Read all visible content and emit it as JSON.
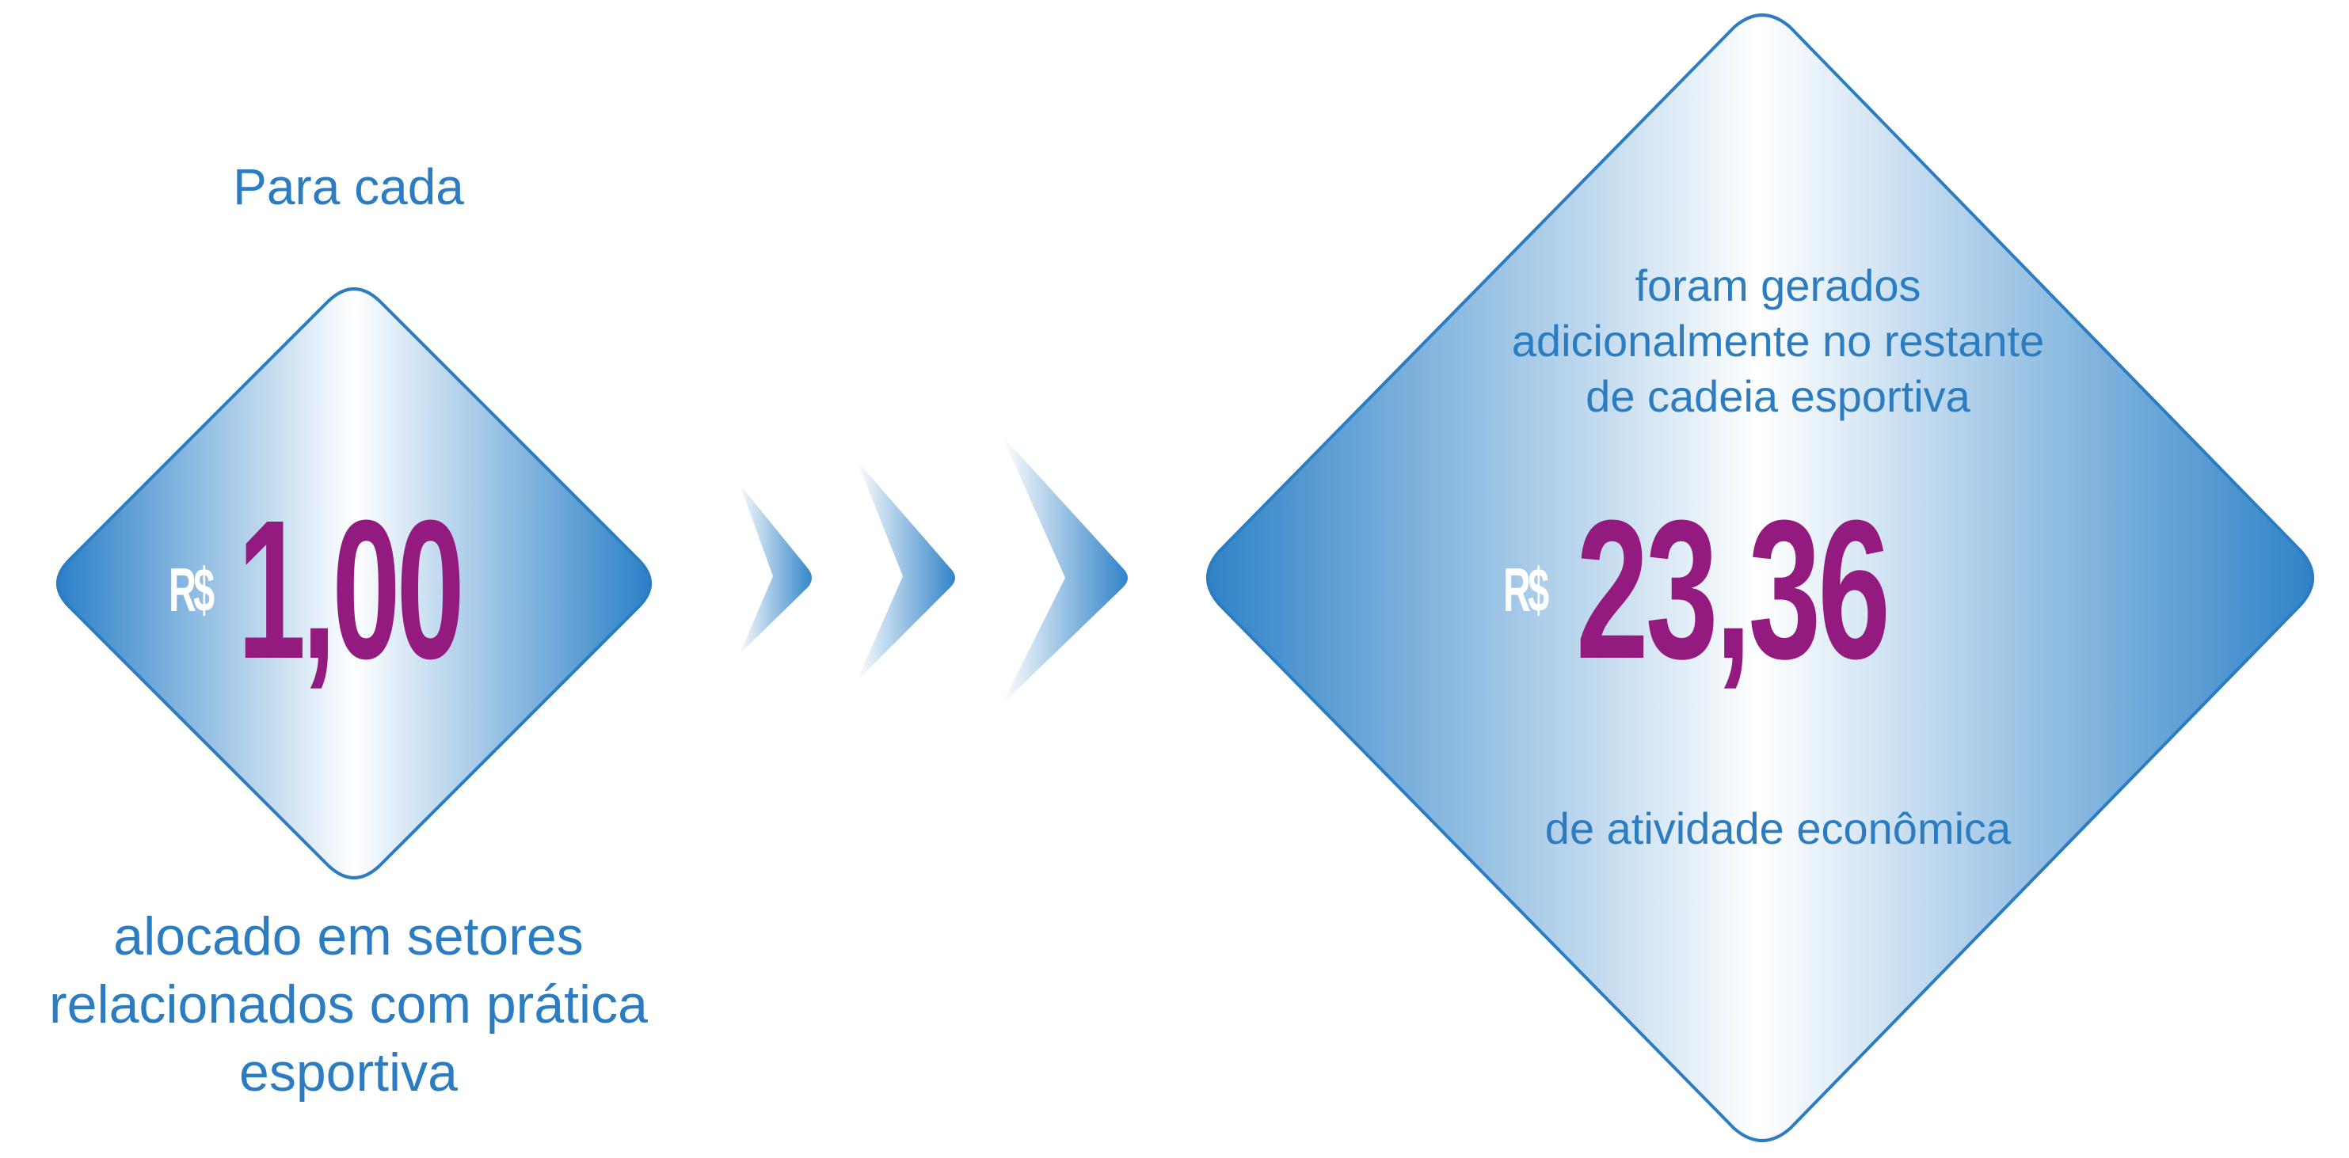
{
  "left": {
    "intro": "Para cada",
    "currency": "R$",
    "amount": "1,00",
    "caption_lines": [
      "alocado em setores",
      "relacionados com prática",
      "esportiva"
    ]
  },
  "right": {
    "top_lines": [
      "foram gerados",
      "adicionalmente no restante",
      "de cadeia esportiva"
    ],
    "currency": "R$",
    "amount": "23,36",
    "bottom": "de atividade econômica"
  },
  "colors": {
    "text_blue": "#2B7CC1",
    "accent_purple": "#931A7E",
    "gradient_blue": "#2B80C7",
    "outline_blue": "#2B7CC1"
  }
}
